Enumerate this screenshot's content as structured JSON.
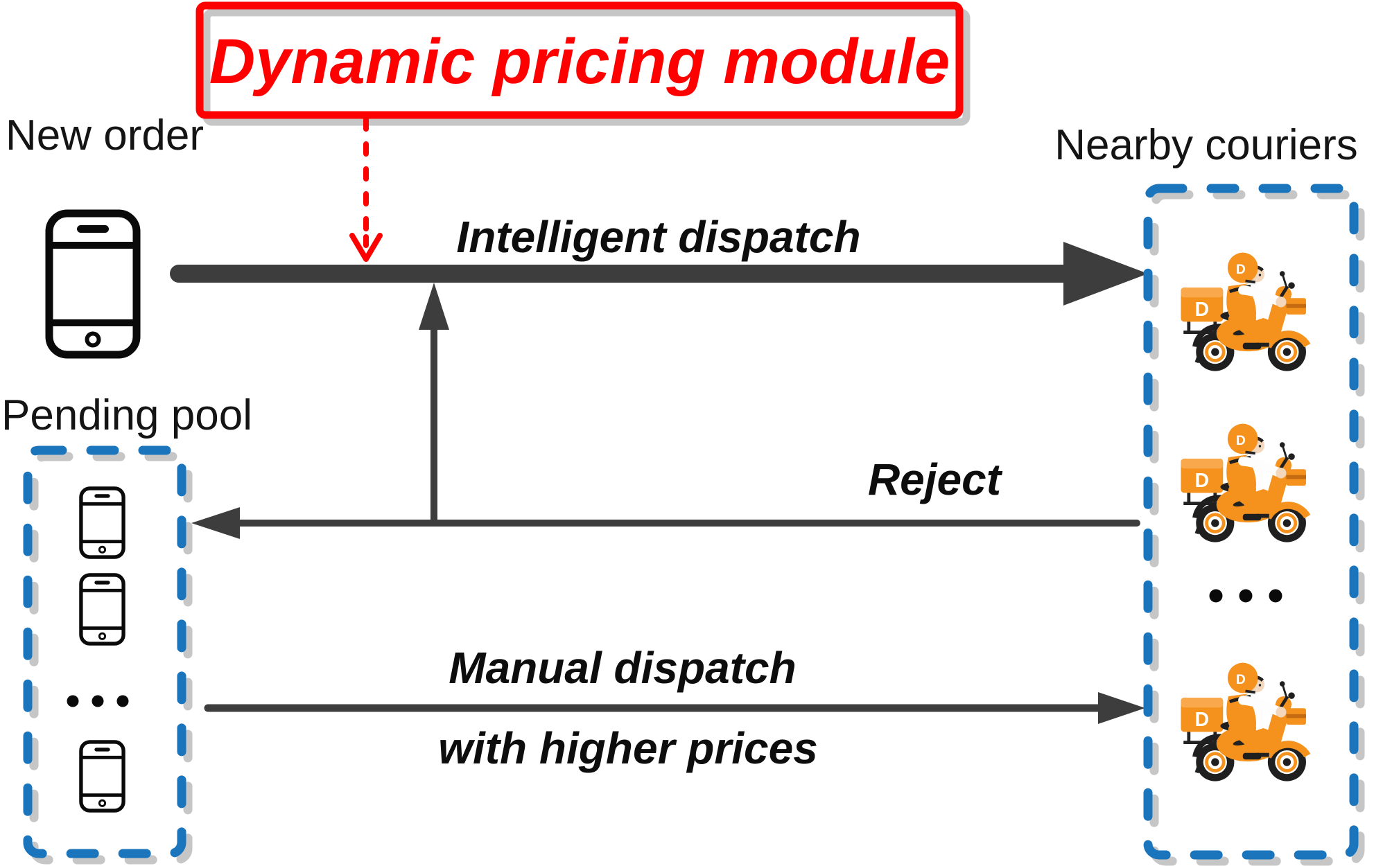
{
  "diagram": {
    "title_box": {
      "text": "Dynamic pricing module"
    },
    "labels": {
      "new_order": "New order",
      "pending_pool": "Pending pool",
      "nearby_couriers": "Nearby couriers"
    },
    "flows": {
      "intelligent_dispatch": "Intelligent dispatch",
      "reject": "Reject",
      "manual_dispatch_line1": "Manual dispatch",
      "manual_dispatch_line2": "with higher prices"
    },
    "courier": {
      "brand_letter": "D"
    },
    "ellipsis": "…",
    "colors": {
      "accent_red": "#FE0000",
      "accent_blue": "#1B75BC",
      "arrow_gray": "#3D3D3D",
      "shadow_gray": "#C6C6C6",
      "courier_orange": "#F5921E"
    }
  }
}
